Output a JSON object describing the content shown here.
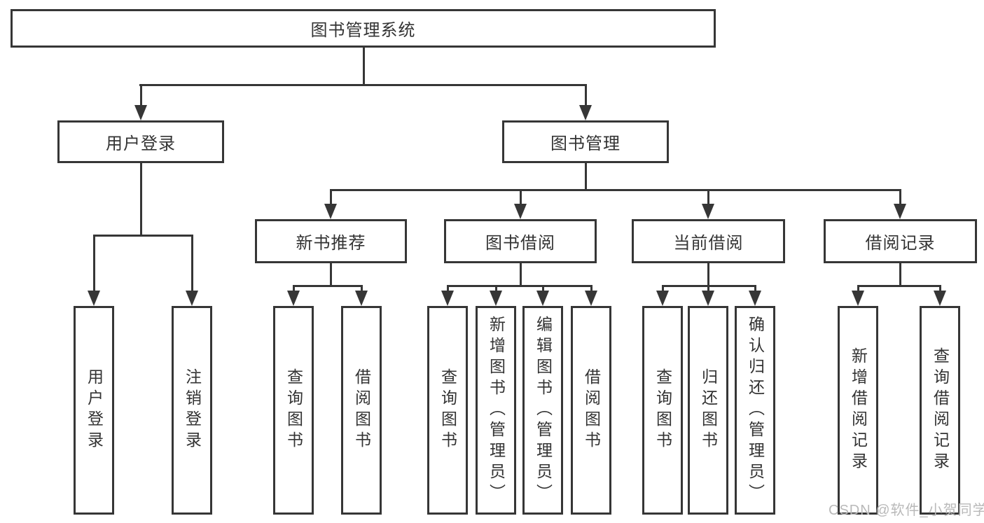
{
  "diagram": {
    "root": {
      "label": "图书管理系统"
    },
    "level2": [
      {
        "label": "用户登录"
      },
      {
        "label": "图书管理"
      }
    ],
    "level3": [
      {
        "label": "新书推荐"
      },
      {
        "label": "图书借阅"
      },
      {
        "label": "当前借阅"
      },
      {
        "label": "借阅记录"
      }
    ],
    "leaves": [
      {
        "label": "用户登录"
      },
      {
        "label": "注销登录"
      },
      {
        "label": "查询图书"
      },
      {
        "label": "借阅图书"
      },
      {
        "label": "查询图书"
      },
      {
        "label": "新增图书（管理员）"
      },
      {
        "label": "编辑图书（管理员）"
      },
      {
        "label": "借阅图书"
      },
      {
        "label": "查询图书"
      },
      {
        "label": "归还图书"
      },
      {
        "label": "确认归还（管理员）"
      },
      {
        "label": "新增借阅记录"
      },
      {
        "label": "查询借阅记录"
      }
    ]
  },
  "watermark": {
    "text": "CSDN @软件_小贺同学"
  },
  "colors": {
    "line": "#363636",
    "text": "#333333",
    "background": "#ffffff",
    "watermark": "#b9b9b9"
  }
}
